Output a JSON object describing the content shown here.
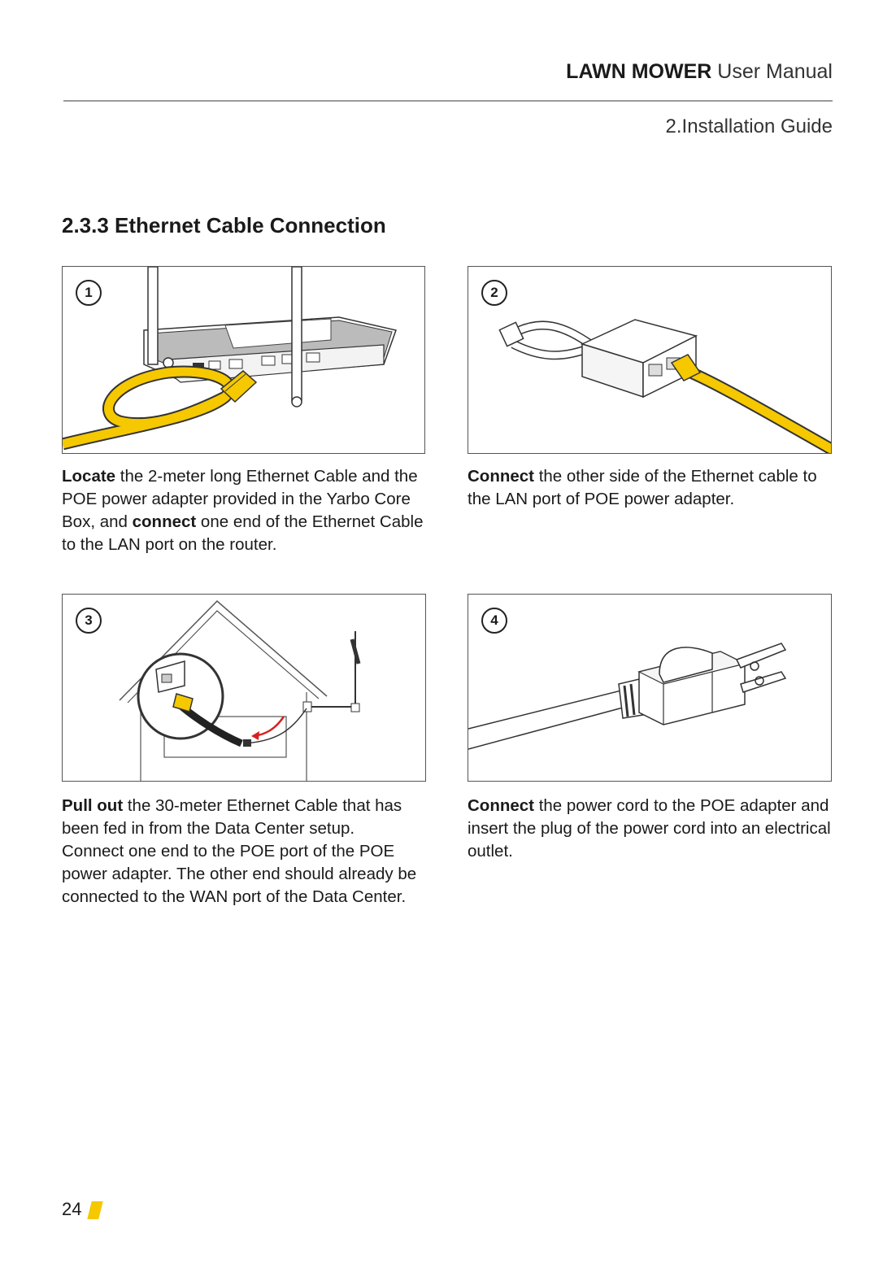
{
  "header": {
    "brand_bold": "LAWN MOWER",
    "brand_light": "User Manual",
    "chapter": "2.Installation Guide"
  },
  "section": {
    "title": "2.3.3 Ethernet Cable Connection"
  },
  "steps": [
    {
      "number": "1",
      "caption_parts": [
        {
          "text": "Locate",
          "bold": true
        },
        {
          "text": " the 2-meter long Ethernet Cable and the POE power adapter provided in the Yarbo Core Box, and ",
          "bold": false
        },
        {
          "text": "connect",
          "bold": true
        },
        {
          "text": " one end of the Ethernet Cable to the LAN port on the router.",
          "bold": false
        }
      ]
    },
    {
      "number": "2",
      "caption_parts": [
        {
          "text": "Connect",
          "bold": true
        },
        {
          "text": " the other side of the Ethernet cable to the LAN port of POE power adapter.",
          "bold": false
        }
      ]
    },
    {
      "number": "3",
      "caption_parts": [
        {
          "text": "Pull out",
          "bold": true
        },
        {
          "text": " the 30-meter Ethernet Cable that has been fed in from the Data Center setup. Connect one end to the POE port of the POE power adapter. The other end should already be connected to the WAN port of the Data Center.",
          "bold": false
        }
      ]
    },
    {
      "number": "4",
      "caption_parts": [
        {
          "text": "Connect",
          "bold": true
        },
        {
          "text": " the power cord to the POE adapter and insert the plug of the power cord into an electrical outlet.",
          "bold": false
        }
      ]
    }
  ],
  "footer": {
    "page_number": "24",
    "accent_color": "#f5c800"
  },
  "colors": {
    "cable_yellow": "#f5c800",
    "line": "#333333"
  }
}
